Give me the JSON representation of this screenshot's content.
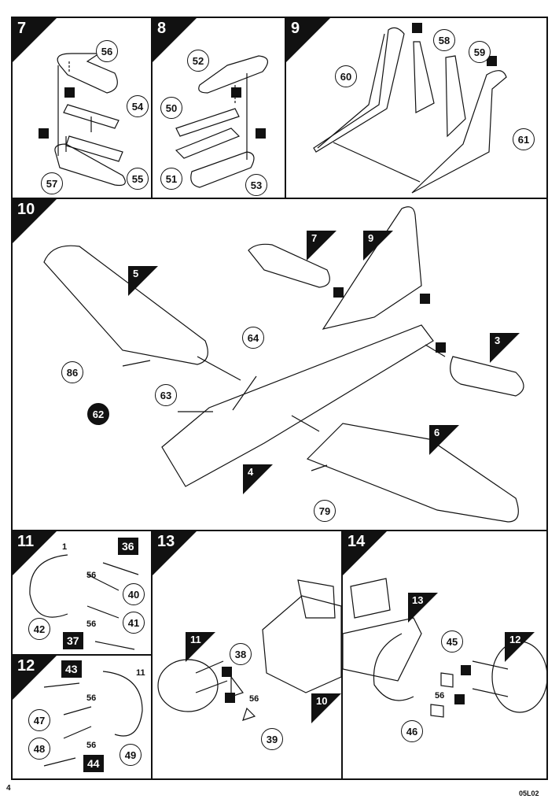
{
  "page": {
    "number": "4",
    "code": "05L02"
  },
  "steps": [
    {
      "num": "7",
      "callouts": [
        "56",
        "54",
        "55",
        "57"
      ]
    },
    {
      "num": "8",
      "callouts": [
        "52",
        "50",
        "51",
        "53"
      ]
    },
    {
      "num": "9",
      "callouts": [
        "58",
        "59",
        "60",
        "61"
      ]
    },
    {
      "num": "10",
      "callouts": [
        "64",
        "86",
        "63",
        "62",
        "79"
      ],
      "refs": [
        "5",
        "7",
        "9",
        "3",
        "4",
        "6"
      ]
    },
    {
      "num": "11",
      "callouts": [
        "40",
        "41",
        "42"
      ],
      "boxes": [
        "36",
        "37"
      ],
      "small": [
        "1",
        "56",
        "56"
      ]
    },
    {
      "num": "12",
      "callouts": [
        "47",
        "48",
        "49"
      ],
      "boxes": [
        "43",
        "44"
      ],
      "small": [
        "11",
        "56",
        "56"
      ]
    },
    {
      "num": "13",
      "callouts": [
        "38",
        "39"
      ],
      "refs": [
        "11",
        "10"
      ],
      "small": [
        "56"
      ]
    },
    {
      "num": "14",
      "callouts": [
        "45",
        "46"
      ],
      "refs": [
        "13",
        "12"
      ],
      "small": [
        "56"
      ]
    }
  ]
}
